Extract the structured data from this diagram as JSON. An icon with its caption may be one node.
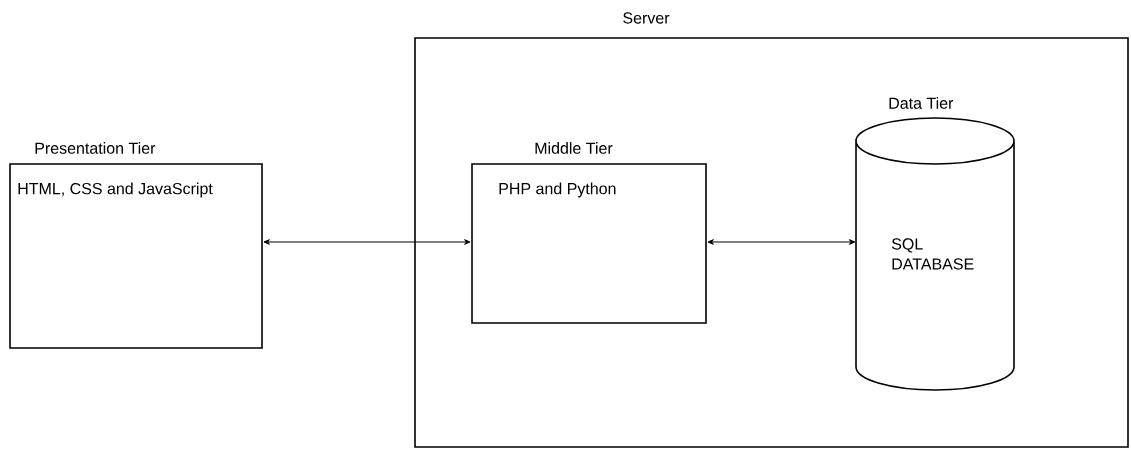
{
  "diagram": {
    "nodes": [
      {
        "text": [
          "Server"
        ]
      },
      {
        "text": [
          "Presentation Tier",
          "HTML, CSS and JavaScript"
        ]
      },
      {
        "text": [
          "Middle Tier",
          "PHP and Python"
        ],
        "in": 0
      },
      {
        "text": [
          "Data Tier",
          "SQL DATABASE"
        ],
        "in": 0
      }
    ],
    "edges": [
      {
        "from": 1,
        "to": 2,
        "arrow": "both"
      },
      {
        "from": 2,
        "to": 3,
        "arrow": "both"
      }
    ]
  }
}
